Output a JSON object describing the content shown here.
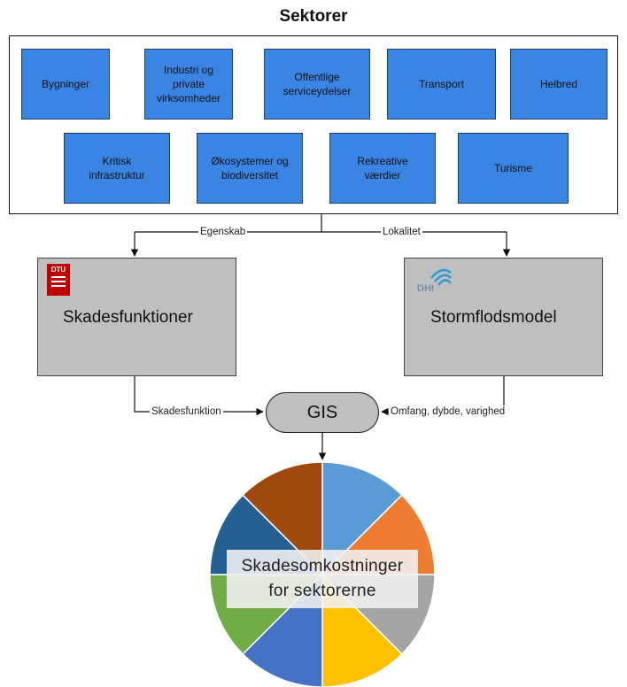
{
  "title": "Sektorer",
  "sectors_row1": [
    "Bygninger",
    "Industri og\nprivate\nvirksomheder",
    "Offentlige\nserviceydelser",
    "Transport",
    "Helbred"
  ],
  "sectors_row2": [
    "Kritisk\ninfrastruktur",
    "Økosystemer og\nbiodiversitet",
    "Rekreative\nværdier",
    "Turisme"
  ],
  "edges": {
    "left_top": "Egenskab",
    "right_top": "Lokalitet",
    "left_bottom": "Skadesfunktion",
    "right_bottom": "Omfang, dybde, varighed"
  },
  "boxes": {
    "left_label": "Skadesfunktioner",
    "right_label": "Stormflodsmodel",
    "left_logo": "DTU",
    "right_logo": "DHI"
  },
  "gis_label": "GIS",
  "pie": {
    "line1": "Skadesomkostninger",
    "line2": "for sektorerne",
    "colors": [
      "#5b9bd5",
      "#ed7d31",
      "#a5a5a5",
      "#ffc000",
      "#4472c4",
      "#70ad47",
      "#255e91",
      "#9e480e"
    ]
  },
  "colors": {
    "sector_fill": "#3a84e4",
    "gray_box": "#bfbfbf",
    "dtu_red": "#c00000",
    "dhi_blue": "#2e9bd6"
  }
}
